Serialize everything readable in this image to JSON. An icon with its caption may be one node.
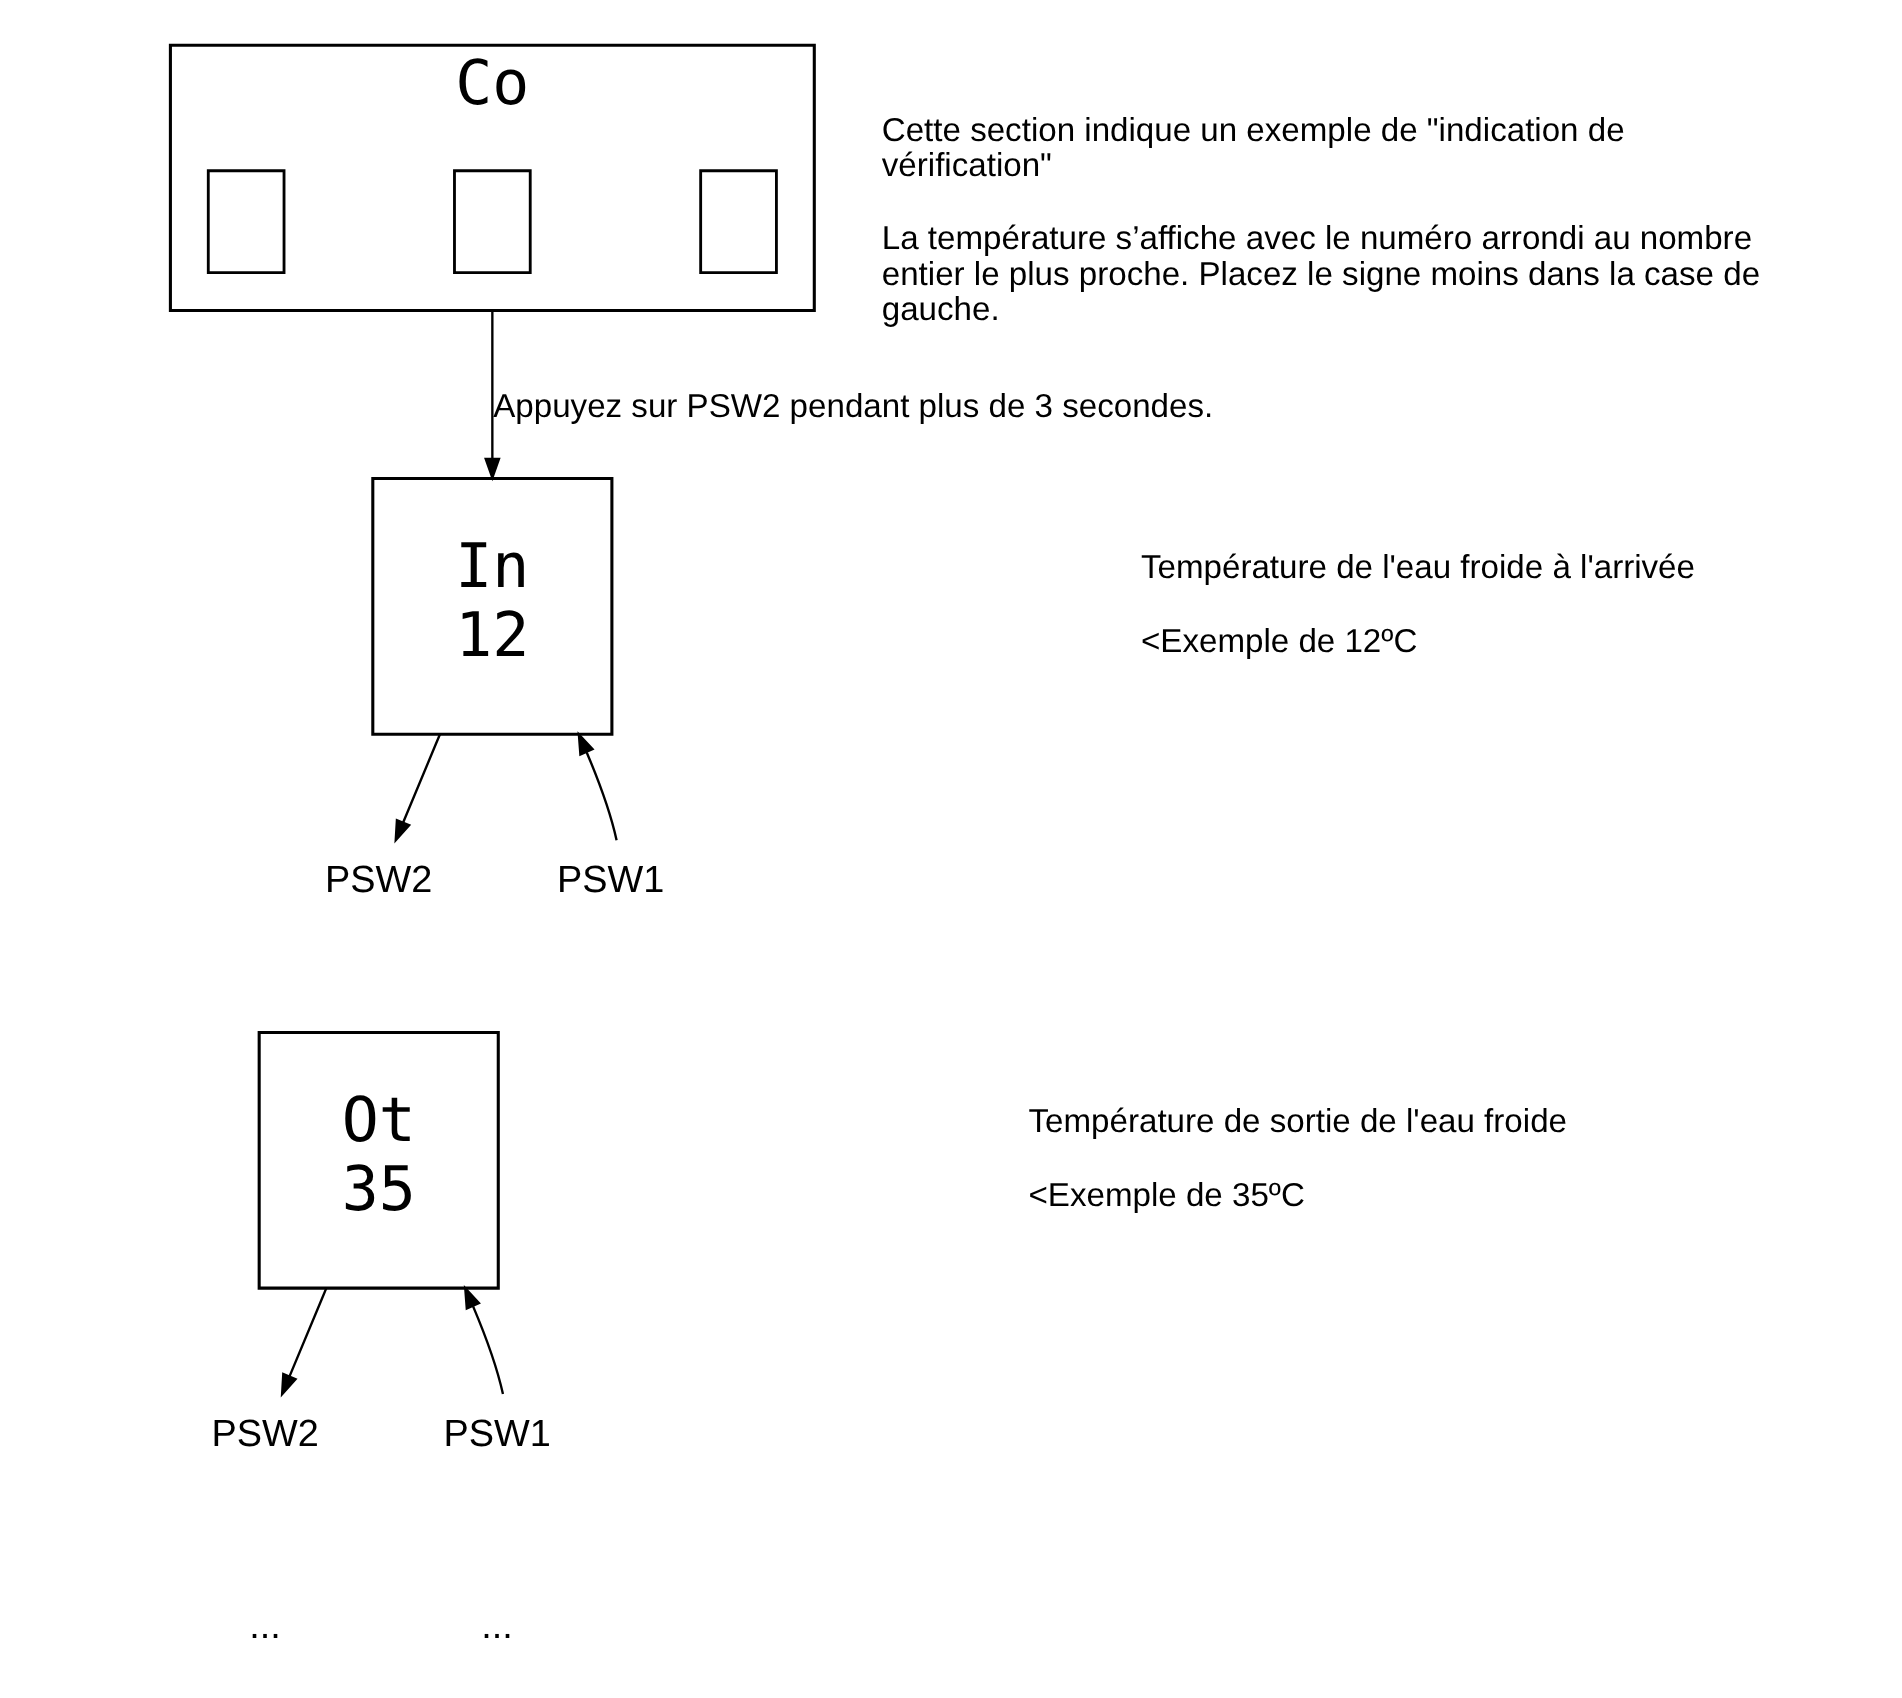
{
  "diagram": {
    "nodes": [
      {
        "text": [
          "Co"
        ],
        "beside": [
          "Cette section indique un exemple de \"indication de vérification\"",
          "La température s’affiche avec le numéro arrondi au nombre entier le plus proche. Placez le signe moins dans la case de gauche."
        ]
      },
      {
        "text": [],
        "shape": "box",
        "in": 0
      },
      {
        "text": [],
        "shape": "box",
        "in": 0
      },
      {
        "text": [],
        "shape": "box",
        "in": 0
      },
      {
        "text": [
          "In",
          "12"
        ],
        "beside": [
          "Température de l'eau froide à l'arrivée",
          "<Exemple de 12ºC"
        ]
      },
      {
        "text": [
          "PSW2"
        ]
      },
      {
        "text": [
          "PSW1"
        ]
      },
      {
        "text": [
          "Ot",
          "35"
        ],
        "beside": [
          "Température de sortie de l'eau froide",
          "<Exemple de 35ºC"
        ]
      },
      {
        "text": [
          "PSW2"
        ]
      },
      {
        "text": [
          "PSW1"
        ]
      }
    ],
    "edges": [
      {
        "from": 0,
        "to": 4,
        "arrow": "to",
        "label": "Appuyez sur PSW2 pendant plus de 3 secondes."
      },
      {
        "from": 4,
        "to": 5,
        "arrow": "to"
      },
      {
        "from": 6,
        "to": 4,
        "arrow": "to"
      },
      {
        "from": 7,
        "to": 8,
        "arrow": "to"
      },
      {
        "from": 9,
        "to": 7,
        "arrow": "to"
      }
    ],
    "labels": [
      "...",
      "..."
    ]
  }
}
